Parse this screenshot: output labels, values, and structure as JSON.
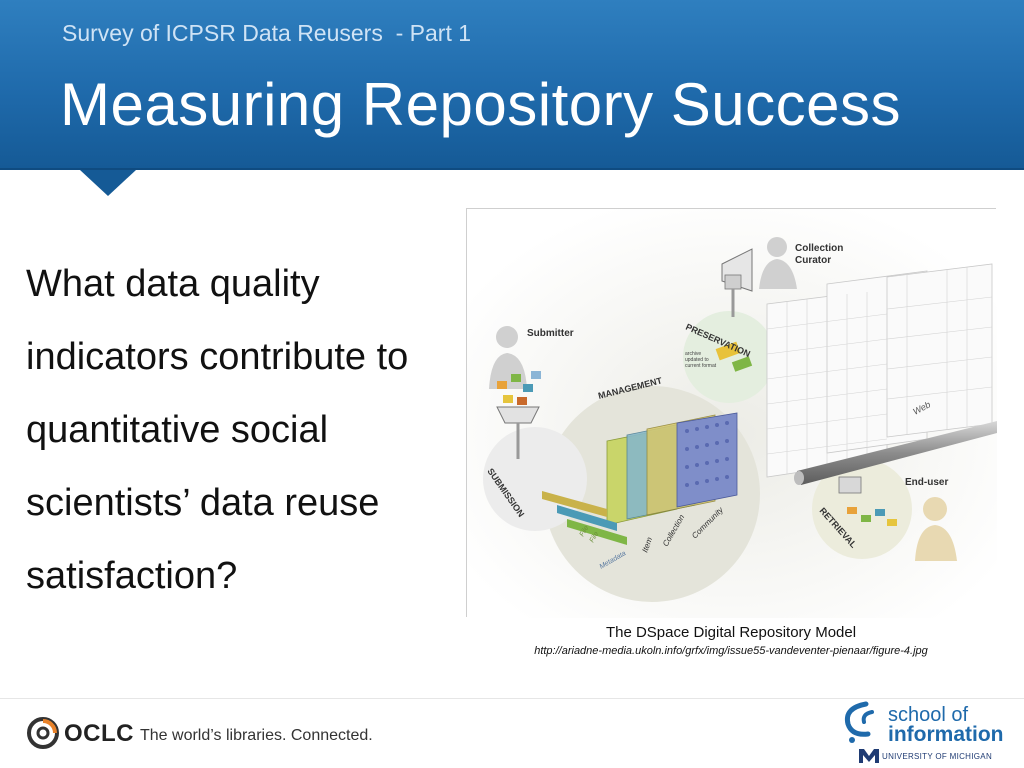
{
  "header": {
    "subtitle": "Survey of ICPSR Data Reusers  - Part 1",
    "title": "Measuring Repository Success"
  },
  "body": {
    "question": "What data quality indicators contribute to quantitative social scientists’ data reuse satisfaction?"
  },
  "figure": {
    "caption": "The DSpace Digital Repository Model",
    "source_url": "http://ariadne-media.ukoln.info/grfx/img/issue55-vandeventer-pienaar/figure-4.jpg",
    "labels": {
      "collection_curator_1": "Collection",
      "collection_curator_2": "Curator",
      "submitter": "Submitter",
      "preservation": "PRESERVATION",
      "archive_note_1": "archive",
      "archive_note_2": "updated to",
      "archive_note_3": "current format",
      "management": "MANAGEMENT",
      "web": "Web",
      "end_user": "End-user",
      "submission": "SUBMISSION",
      "retrieval": "RETRIEVAL",
      "file_1": "File",
      "file_2": "File",
      "metadata": "Metadata",
      "item": "Item",
      "collection": "Collection",
      "community": "Community"
    }
  },
  "footer": {
    "oclc_name": "OCLC",
    "oclc_tagline": "The world’s libraries. Connected.",
    "soi_line1": "school of",
    "soi_line2": "information",
    "um_text": "UNIVERSITY OF MICHIGAN"
  },
  "colors": {
    "header_blue": "#1f6aab",
    "accent_orange": "#e8822a",
    "brand_blue": "#1f6aab"
  }
}
